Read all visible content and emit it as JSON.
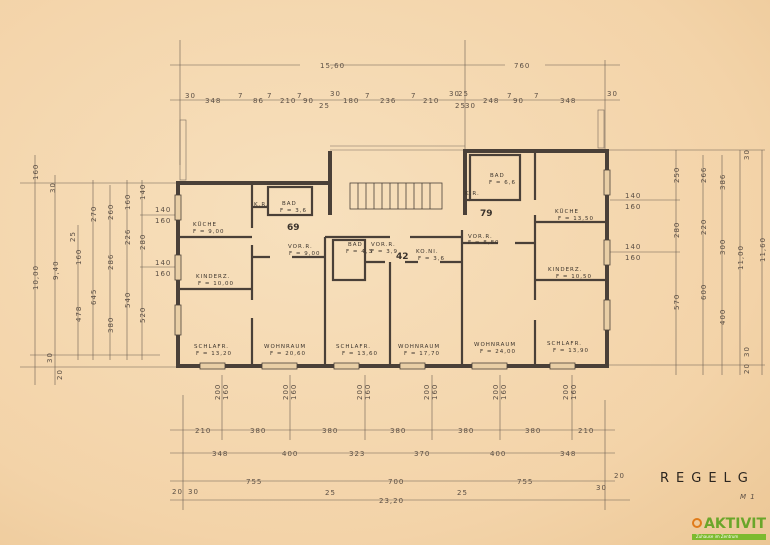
{
  "plan": {
    "title": "REGELG",
    "scale": "M 1",
    "units": [
      {
        "number": "69",
        "rooms": [
          {
            "name": "KÜCHE",
            "area": "F = 9,00"
          },
          {
            "name": "BAD",
            "area": "F = 3,6"
          },
          {
            "name": "K.R."
          },
          {
            "name": "VOR.R.",
            "area": "F = 9,00"
          },
          {
            "name": "KINDERZ.",
            "area": "F = 10,00"
          },
          {
            "name": "SCHLAFR.",
            "area": "F = 13,20"
          },
          {
            "name": "WOHNRAUM",
            "area": "F = 20,60"
          }
        ]
      },
      {
        "number": "42",
        "rooms": [
          {
            "name": "BAD",
            "area": "F = 4,3"
          },
          {
            "name": "VOR.R.",
            "area": "F = 3,9"
          },
          {
            "name": "KO.NI.",
            "area": "F = 3,6"
          },
          {
            "name": "SCHLAFR.",
            "area": "F = 13,60"
          },
          {
            "name": "WOHNRAUM",
            "area": "F = 17,70"
          }
        ]
      },
      {
        "number": "79",
        "rooms": [
          {
            "name": "BAD",
            "area": "F = 6,6"
          },
          {
            "name": "K.R."
          },
          {
            "name": "VOR.R.",
            "area": "F = 8,80"
          },
          {
            "name": "KÜCHE",
            "area": "F = 13,50"
          },
          {
            "name": "KINDERZ.",
            "area": "F = 10,50"
          },
          {
            "name": "WOHNRAUM",
            "area": "F = 24,00"
          },
          {
            "name": "SCHLAFR.",
            "area": "F = 13,90"
          }
        ]
      }
    ]
  },
  "dims": {
    "top_overall": [
      "15,60",
      "760"
    ],
    "top_row": [
      "30",
      "348",
      "7",
      "86",
      "7",
      "210",
      "7",
      "90",
      "25",
      "30",
      "180",
      "7",
      "236",
      "7",
      "210",
      "30",
      "25",
      "25",
      "30",
      "248",
      "7",
      "90",
      "7",
      "348",
      "30"
    ],
    "left": [
      "10,00",
      "9,40",
      "160",
      "30",
      "478",
      "160",
      "25",
      "645",
      "270",
      "380",
      "286",
      "260",
      "540",
      "226",
      "160",
      "520",
      "280",
      "140",
      "30",
      "20"
    ],
    "left_fractions": [
      "140",
      "160",
      "140",
      "160"
    ],
    "right": [
      "250",
      "280",
      "570",
      "266",
      "220",
      "600",
      "386",
      "300",
      "400",
      "11,00",
      "11,60",
      "30",
      "30",
      "20"
    ],
    "right_fractions": [
      "140",
      "160",
      "140",
      "160"
    ],
    "bottom_sill": [
      "200",
      "160"
    ],
    "bottom_row1": [
      "210",
      "380",
      "380",
      "380",
      "380",
      "380",
      "210"
    ],
    "bottom_row2": [
      "348",
      "400",
      "323",
      "370",
      "400",
      "348"
    ],
    "bottom_row3": [
      "755",
      "700",
      "755"
    ],
    "bottom_small": [
      "20",
      "30",
      "25",
      "25",
      "30",
      "20"
    ],
    "bottom_overall": "23,20"
  },
  "logo": {
    "name": "AKTIVIT",
    "tagline": "Zuhause im Zentrum"
  }
}
